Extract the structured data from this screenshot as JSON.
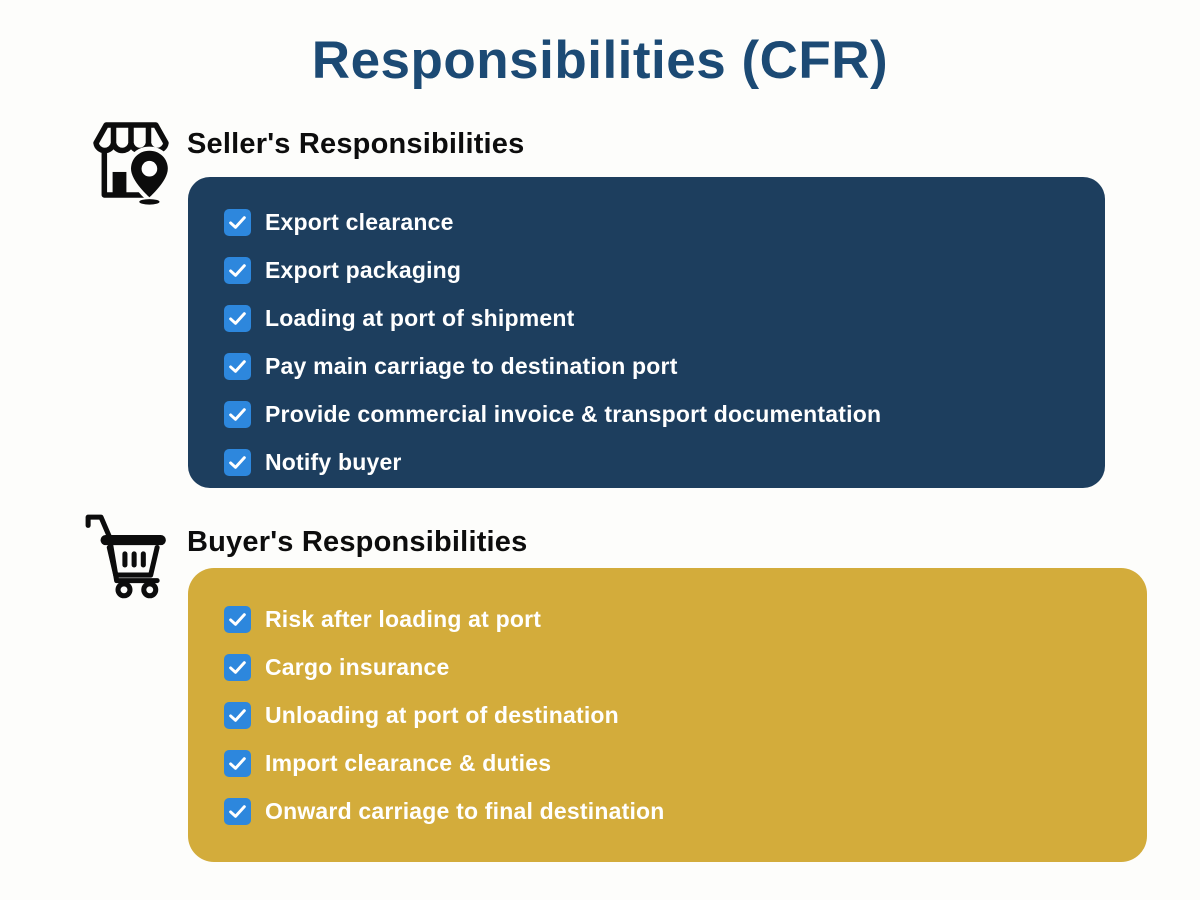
{
  "title": "Responsibilities (CFR)",
  "colors": {
    "title": "#1c4a74",
    "seller_panel": "#1d3e5e",
    "buyer_panel": "#d3ac3b",
    "checkbox": "#2d87dd",
    "item_text": "#ffffff",
    "heading_text": "#0d0d0d"
  },
  "sections": [
    {
      "heading": "Seller's Responsibilities",
      "icon": "storefront-location-icon",
      "items": [
        "Export clearance",
        "Export packaging",
        "Loading at port of shipment",
        "Pay main carriage to destination port",
        "Provide commercial invoice & transport documentation",
        "Notify buyer"
      ]
    },
    {
      "heading": "Buyer's Responsibilities",
      "icon": "shopping-cart-icon",
      "items": [
        "Risk after loading at port",
        "Cargo insurance",
        "Unloading at port of destination",
        "Import clearance & duties",
        "Onward carriage to final destination"
      ]
    }
  ]
}
